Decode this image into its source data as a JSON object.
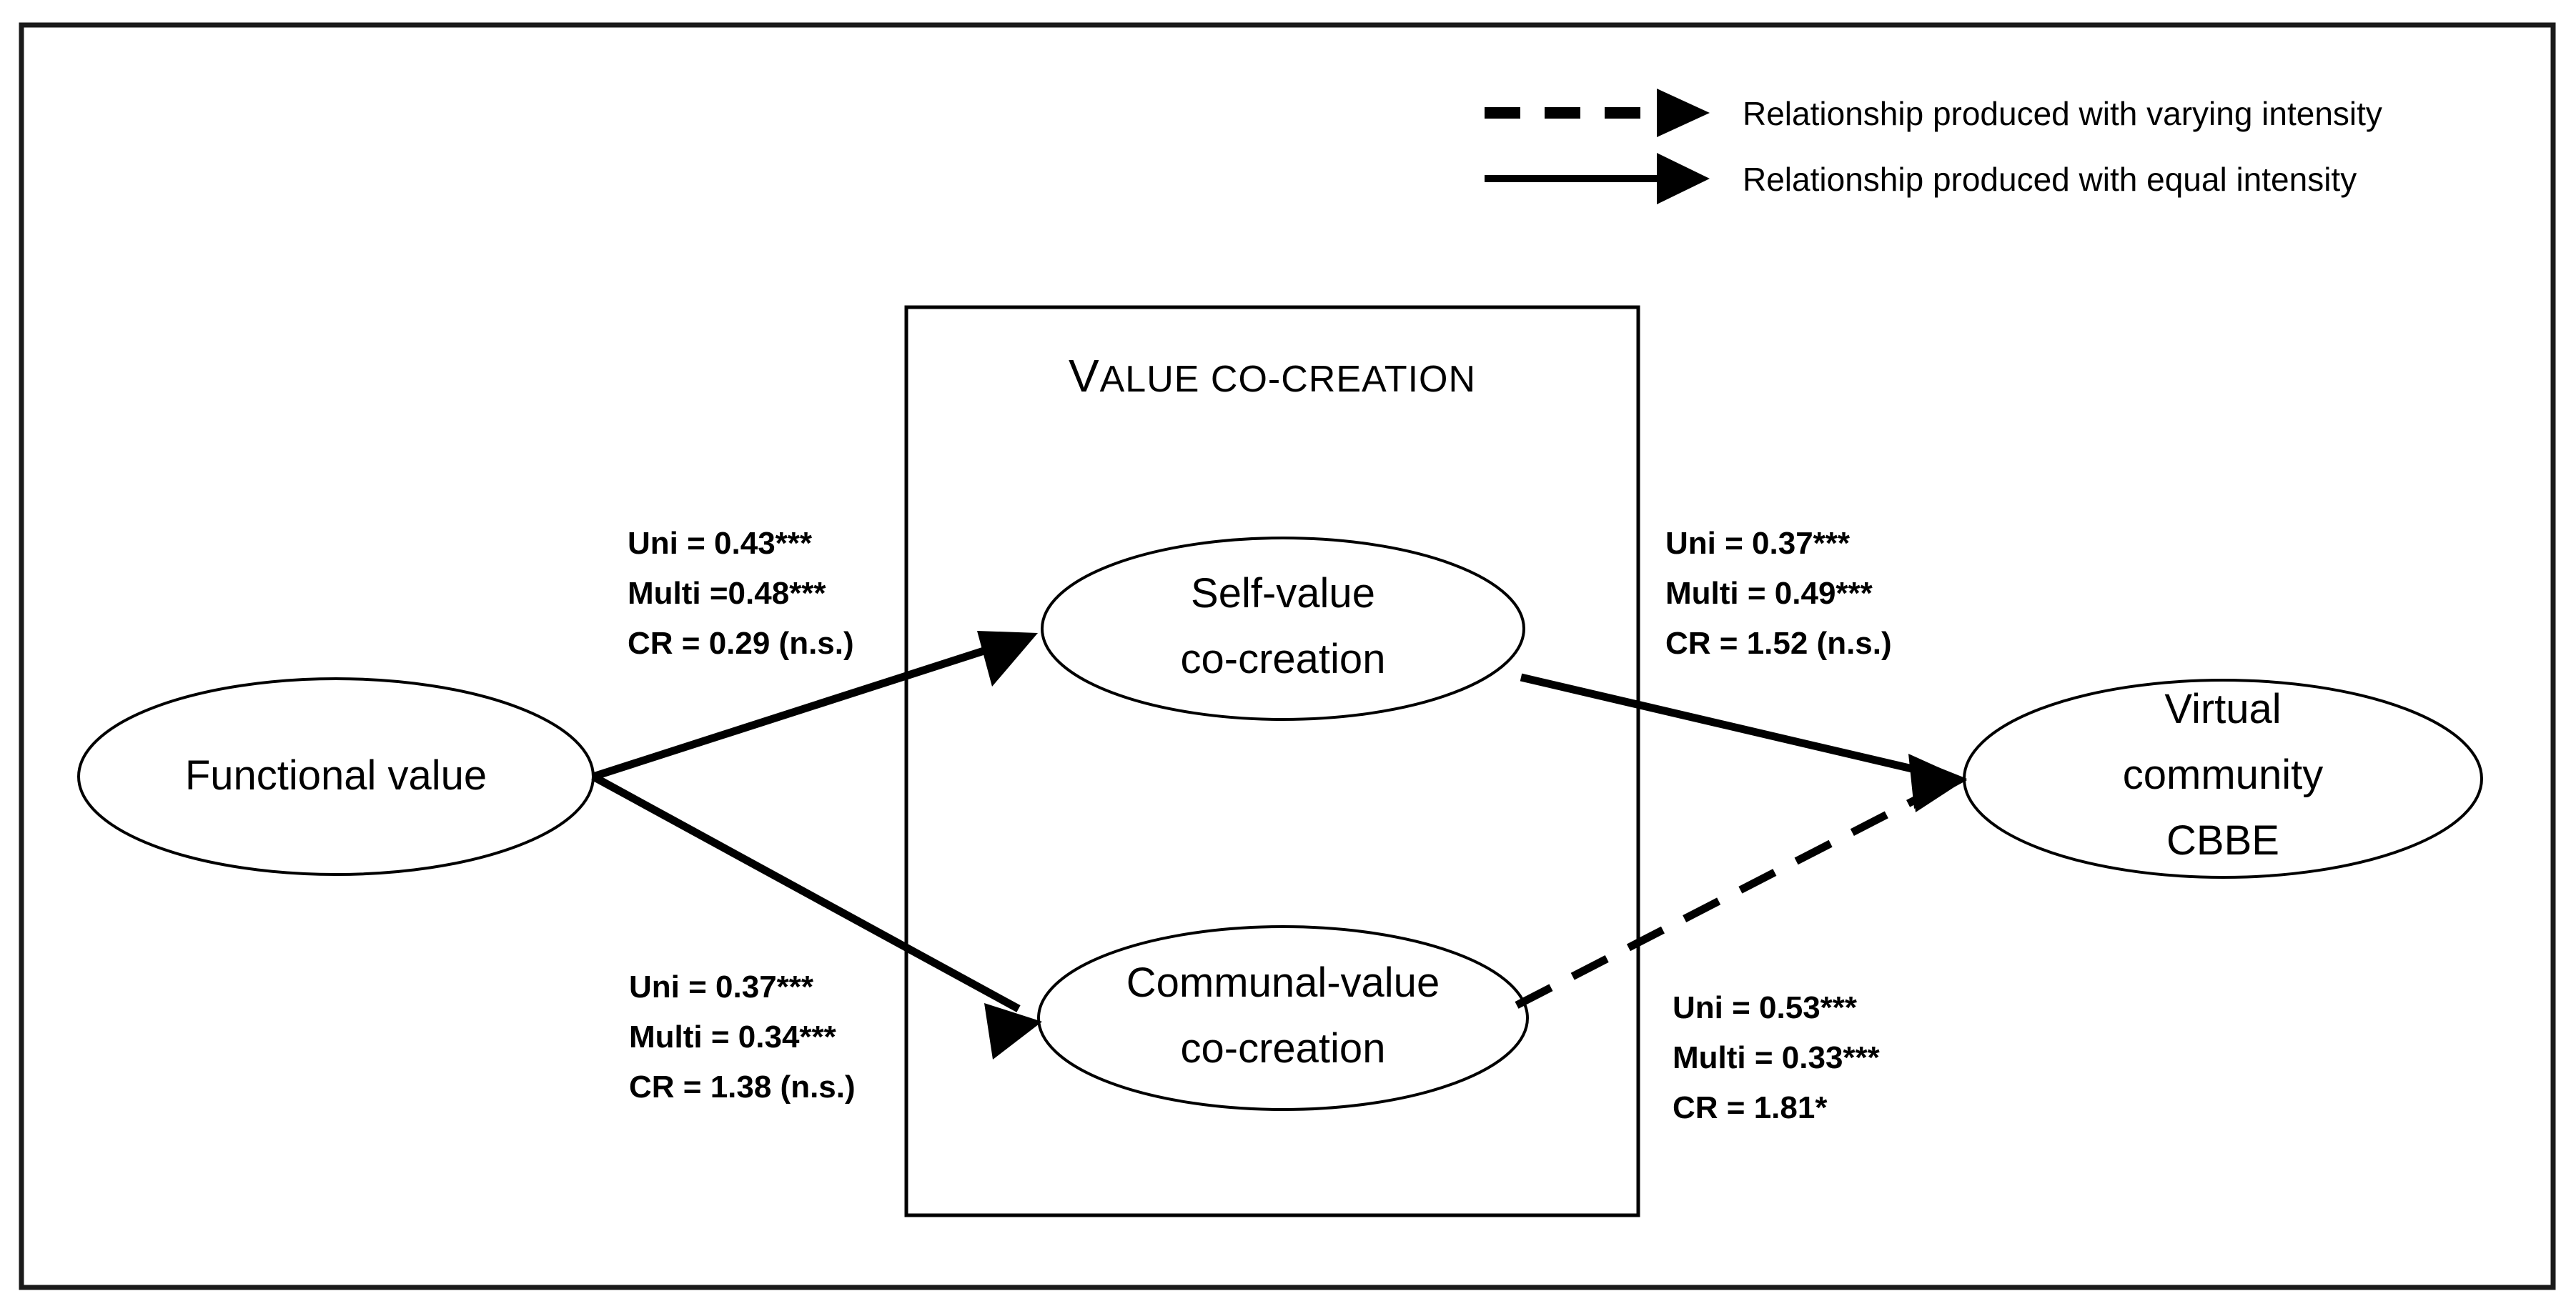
{
  "figure": {
    "type": "path-diagram",
    "frame_border_color": "#1a1a1a",
    "stroke_color": "#000000",
    "background_color": "#ffffff"
  },
  "legend": {
    "items": [
      {
        "style": "dashed-arrow",
        "label": "Relationship produced with varying intensity"
      },
      {
        "style": "solid-arrow",
        "label": "Relationship produced with equal intensity"
      }
    ]
  },
  "container": {
    "title_first_letter": "V",
    "title_rest": "ALUE CO-CREATION",
    "title_full": "Value co-creation"
  },
  "nodes": {
    "functional_value": {
      "label": "Functional value",
      "lines": [
        "Functional value"
      ]
    },
    "self_value": {
      "label": "Self-value co-creation",
      "lines": [
        "Self-value",
        "co-creation"
      ]
    },
    "communal_value": {
      "label": "Communal-value co-creation",
      "lines": [
        "Communal-value",
        "co-creation"
      ]
    },
    "virtual_community_cbbe": {
      "label": "Virtual community CBBE",
      "lines": [
        "Virtual",
        "community",
        "CBBE"
      ]
    }
  },
  "paths": [
    {
      "id": "fv-to-self",
      "from": "Functional value",
      "to": "Self-value co-creation",
      "style": "solid",
      "uni": "Uni = 0.43***",
      "multi": "Multi =0.48***",
      "cr": "CR = 0.29 (n.s.)"
    },
    {
      "id": "fv-to-communal",
      "from": "Functional value",
      "to": "Communal-value co-creation",
      "style": "solid",
      "uni": "Uni = 0.37***",
      "multi": "Multi = 0.34***",
      "cr": "CR = 1.38 (n.s.)"
    },
    {
      "id": "self-to-cbbe",
      "from": "Self-value co-creation",
      "to": "Virtual community CBBE",
      "style": "solid",
      "uni": "Uni = 0.37***",
      "multi": "Multi = 0.49***",
      "cr": "CR = 1.52 (n.s.)"
    },
    {
      "id": "communal-to-cbbe",
      "from": "Communal-value co-creation",
      "to": "Virtual community CBBE",
      "style": "dashed",
      "uni": "Uni = 0.53***",
      "multi": "Multi = 0.33***",
      "cr": "CR = 1.81*"
    }
  ]
}
